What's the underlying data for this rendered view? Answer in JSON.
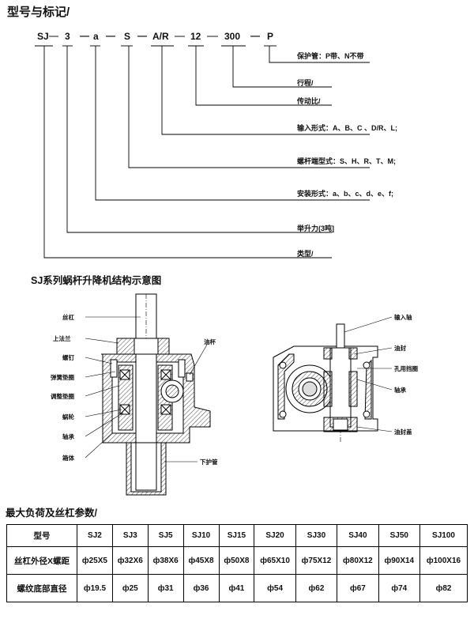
{
  "section1": {
    "title": "型号与标记/"
  },
  "code_parts": [
    "SJ",
    "3",
    "a",
    "S",
    "A/R",
    "12",
    "300",
    "P"
  ],
  "code_dashes": [
    "—",
    "—",
    "—",
    "—"
  ],
  "code_labels": [
    "保护管：P带、N不带",
    "行程/",
    "传动比/",
    "输入形式：A、B、C 、D/R、L;",
    "螺杆端型式：S、H、R、T、M;",
    "安装形式：a、b、c、d、e、f;",
    "举升力(3吨]",
    "类型/"
  ],
  "section2": {
    "title": "SJ系列蜗杆升降机结构示意图"
  },
  "left_labels": [
    "丝杠",
    "上法兰",
    "螺钉",
    "弹簧垫圈",
    "调整垫圈",
    "蜗轮",
    "轴承",
    "箱体"
  ],
  "oil_cup_label": "油杯",
  "lower_tube_label": "下护管",
  "right_labels": [
    "输入轴",
    "油封",
    "孔用挡圈",
    "轴承",
    "油封盖"
  ],
  "section3": {
    "title": "最大负荷及丝杠参数/"
  },
  "table": {
    "row_headers": [
      "型号",
      "丝杠外径X螺距",
      "螺纹底部直径"
    ],
    "models": [
      "SJ2",
      "SJ3",
      "SJ5",
      "SJ10",
      "SJ15",
      "SJ20",
      "SJ30",
      "SJ40",
      "SJ50",
      "SJ100"
    ],
    "screw": [
      "ф25X5",
      "ф32X6",
      "ф38X6",
      "ф45X8",
      "ф50X8",
      "ф65X10",
      "ф75X12",
      "ф80X12",
      "ф90X14",
      "ф100X16"
    ],
    "root": [
      "ф19.5",
      "ф25",
      "ф31",
      "ф36",
      "ф41",
      "ф54",
      "ф62",
      "ф67",
      "ф74",
      "ф82"
    ]
  }
}
